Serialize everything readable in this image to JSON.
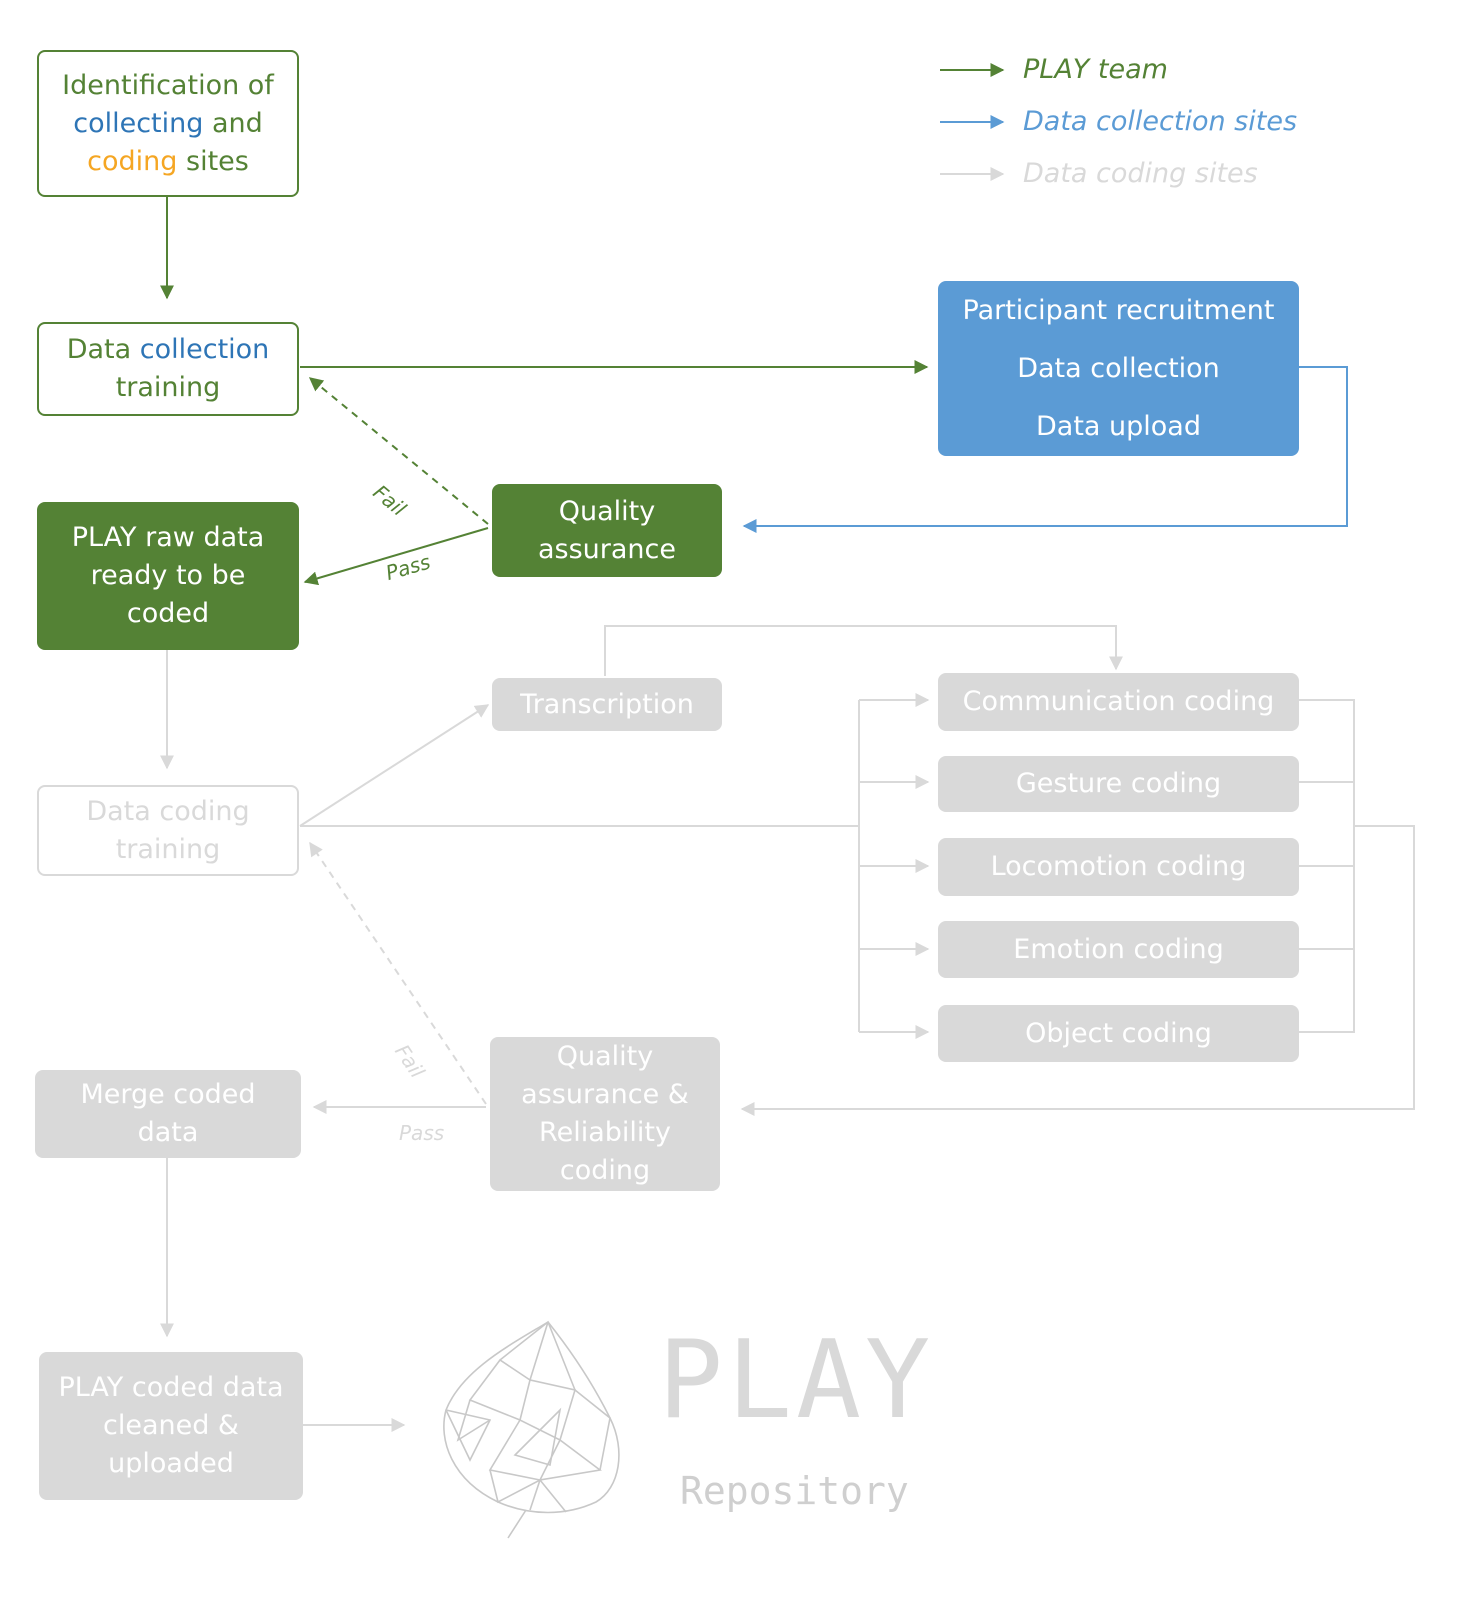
{
  "colors": {
    "green": "#548235",
    "blue": "#5b9bd5",
    "orange": "#f5a623",
    "grey": "#d9d9d9",
    "dark_blue": "#2e75b6"
  },
  "legend": [
    {
      "label": "PLAY team",
      "color": "#548235"
    },
    {
      "label": "Data collection sites",
      "color": "#5b9bd5"
    },
    {
      "label": "Data coding sites",
      "color": "#d9d9d9"
    }
  ],
  "nodes": {
    "identification": {
      "line1": "Identification of",
      "line2_word1": "collecting",
      "line2_word2": " and",
      "line3_word1": "coding",
      "line3_word2": " sites"
    },
    "collection_training": {
      "line1_word1": "Data ",
      "line1_word2": "collection",
      "line2": "training"
    },
    "site_tasks": {
      "line1": "Participant recruitment",
      "line2": "Data collection",
      "line3": "Data upload"
    },
    "quality_assurance": {
      "line1": "Quality",
      "line2": "assurance"
    },
    "raw_data_ready": {
      "line1": "PLAY raw data",
      "line2": "ready to be",
      "line3": "coded"
    },
    "transcription": {
      "label": "Transcription"
    },
    "coding_training": {
      "line1_word1": "Data ",
      "line1_word2": "coding",
      "line2": "training"
    },
    "coding_tasks": [
      {
        "label": "Communication coding"
      },
      {
        "label": "Gesture coding"
      },
      {
        "label": "Locomotion coding"
      },
      {
        "label": "Emotion coding"
      },
      {
        "label": "Object coding"
      }
    ],
    "qa_reliability": {
      "line1": "Quality",
      "line2": "assurance &",
      "line3": "Reliability",
      "line4": "coding"
    },
    "merge": {
      "line1": "Merge coded",
      "line2": "data"
    },
    "final": {
      "line1": "PLAY coded data",
      "line2": "cleaned &",
      "line3": "uploaded"
    }
  },
  "edge_labels": {
    "fail_top": "Fail",
    "pass_top": "Pass",
    "fail_bottom": "Fail",
    "pass_bottom": "Pass"
  },
  "logo": {
    "wordmark": "PLAY",
    "subtitle": "Repository",
    "icon": "leaf-network-icon"
  }
}
